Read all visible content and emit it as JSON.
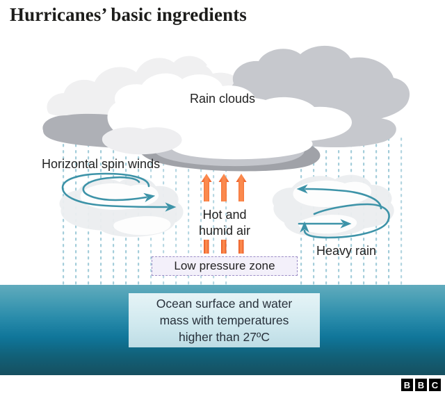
{
  "title": "Hurricanes’ basic ingredients",
  "labels": {
    "rain_clouds": "Rain clouds",
    "spin_winds": "Horizontal spin winds",
    "heavy_rain": "Heavy rain",
    "hot_air_line1": "Hot and",
    "hot_air_line2": "humid air",
    "low_pressure": "Low pressure zone"
  },
  "ocean_box": {
    "line1": "Ocean surface and water",
    "line2": "mass with temperatures",
    "line3": "higher than 27ºC"
  },
  "logo": {
    "b1": "B",
    "b2": "B",
    "c": "C"
  },
  "colors": {
    "title_text": "#1d1d1b",
    "body_text": "#222222",
    "orange_arrow": "#f05a28",
    "teal_wind": "#3d93a8",
    "rain_dot": "#9ecad8",
    "cloud_light": "#f0f0f1",
    "cloud_mid": "#c6c8cd",
    "cloud_dark": "#a9abb1",
    "cloud_white": "#ffffff",
    "lowpressure_border": "#9b8cc6",
    "lowpressure_fill": "#f3f0fa",
    "ocean_top": "#61abbd",
    "ocean_bottom": "#164f5f",
    "logo_block": "#000000",
    "background": "#ffffff"
  },
  "diagram": {
    "type": "illustrated-diagram",
    "subject": "tropical cyclone formation ingredients",
    "elements": [
      "rain clouds",
      "dotted rainfall",
      "horizontal spin winds (left, clockwise spiral arrows)",
      "horizontal spin winds (right, circulating loop arrows)",
      "rising hot and humid air (three upward orange arrows)",
      "low pressure zone band",
      "warm ocean surface above 27 degrees Celsius"
    ]
  }
}
